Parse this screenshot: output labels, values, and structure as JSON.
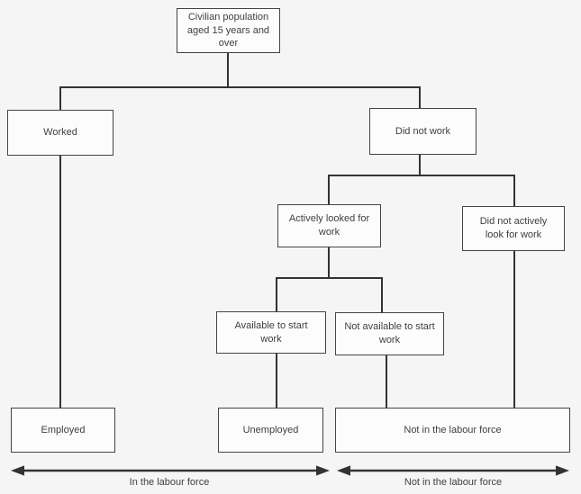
{
  "flowchart": {
    "nodes": {
      "civilian_population": "Civilian population aged 15 years and over",
      "worked": "Worked",
      "did_not_work": "Did not work",
      "actively_looked_for_work": "Actively looked for work",
      "did_not_actively_look_for_work": "Did not actively look for work",
      "available_to_start_work": "Available to start work",
      "not_available_to_start_work": "Not available to start work",
      "employed": "Employed",
      "unemployed": "Unemployed",
      "not_in_the_labour_force": "Not in the labour force"
    },
    "edges": [
      {
        "from": "civilian_population",
        "to": "worked"
      },
      {
        "from": "civilian_population",
        "to": "did_not_work"
      },
      {
        "from": "did_not_work",
        "to": "actively_looked_for_work"
      },
      {
        "from": "did_not_work",
        "to": "did_not_actively_look_for_work"
      },
      {
        "from": "actively_looked_for_work",
        "to": "available_to_start_work"
      },
      {
        "from": "actively_looked_for_work",
        "to": "not_available_to_start_work"
      },
      {
        "from": "worked",
        "to": "employed"
      },
      {
        "from": "available_to_start_work",
        "to": "unemployed"
      },
      {
        "from": "not_available_to_start_work",
        "to": "not_in_the_labour_force"
      },
      {
        "from": "did_not_actively_look_for_work",
        "to": "not_in_the_labour_force"
      }
    ],
    "footer": {
      "left_span_label": "In the labour force",
      "right_span_label": "Not in the labour force"
    },
    "colors": {
      "background": "#f5f5f5",
      "box_fill": "#fcfcfc",
      "box_border": "#444444",
      "connector_line": "#333333",
      "text": "#3f3f3f"
    }
  }
}
